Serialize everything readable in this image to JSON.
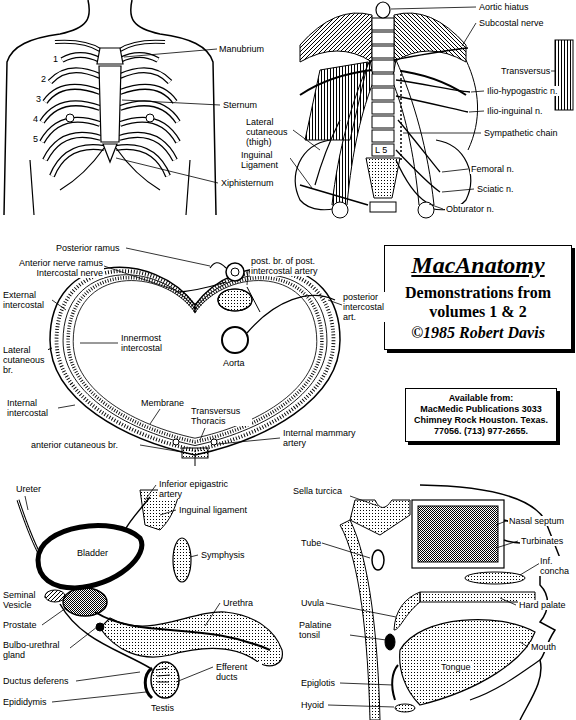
{
  "diagram": {
    "nodes": [
      {
        "text": [
          "MacAnatomy",
          "Demonstrations from volumes 1 & 2",
          "©1985 Robert Davis"
        ]
      },
      {
        "text": [
          "Available from:",
          "MacMedic Publications 3033 Chimney Rock Houston. Texas. 77056. (713) 977-2655."
        ]
      }
    ],
    "labels": [
      "Manubrium",
      "1",
      "2",
      "3",
      "4",
      "5",
      "Sternum",
      "Xiphisternum",
      "Aortic hiatus",
      "Subcostal nerve",
      "Transversus",
      "Ilio-hypogastric n.",
      "Ilio-inguinal n.",
      "Sympathetic chain",
      "Lateral cutaneous (thigh)",
      "Inguinal Ligament",
      "L 5",
      "Femoral n.",
      "Sciatic n.",
      "Obturator n.",
      "Posterior ramus",
      "Anterior nerve ramus Intercostal nerve",
      "post. br. of post. intercostal artery",
      "External intercostal",
      "posterior intercostal art.",
      "Innermost intercostal",
      "Aorta",
      "Lateral cutaneous br.",
      "Internal intercostal",
      "Membrane",
      "Transversus Thoracis",
      "anterior cutaneous br.",
      "Internal mammary artery",
      "Ureter",
      "Inferior epigastric artery",
      "Inguinal ligament",
      "Bladder",
      "Symphysis",
      "Seminal Vesicle",
      "Prostate",
      "Urethra",
      "Bulbo-urethral gland",
      "Efferent ducts",
      "Ductus deferens",
      "Epididymis",
      "Testis",
      "Sella turcica",
      "Nasal septum",
      "Turbinates",
      "Tube",
      "Inf. concha",
      "Hard palate",
      "Uvula",
      "Palatine tonsil",
      "Mouth",
      "Tongue",
      "Epiglotis",
      "Hyoid"
    ]
  }
}
